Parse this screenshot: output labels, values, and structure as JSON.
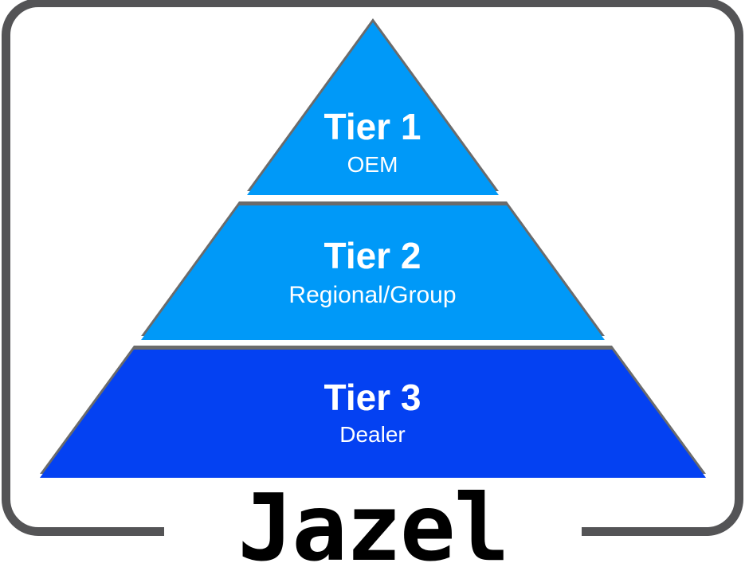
{
  "frame": {
    "border_color": "#545456"
  },
  "pyramid": {
    "shadow_color": "#6b6b6b",
    "tiers": [
      {
        "label": "Tier 1",
        "sublabel": "OEM",
        "color": "#0099f8"
      },
      {
        "label": "Tier 2",
        "sublabel": "Regional/Group",
        "color": "#0099f8"
      },
      {
        "label": "Tier 3",
        "sublabel": "Dealer",
        "color": "#0441f2"
      }
    ],
    "text_color": "#ffffff"
  },
  "logo": {
    "text": "Jazel",
    "color": "#000000"
  }
}
